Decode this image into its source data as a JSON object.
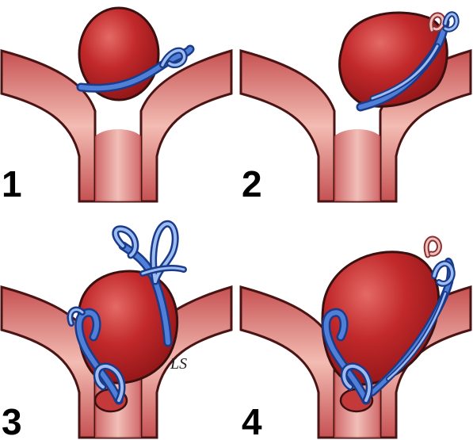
{
  "figure": {
    "description_id": "aneurysm-clip-panels",
    "panels": [
      {
        "number": "1"
      },
      {
        "number": "2"
      },
      {
        "number": "3"
      },
      {
        "number": "4"
      }
    ],
    "signature": "LS",
    "colors": {
      "aneurysm": "#b81e22",
      "aneurysm_highlight": "#e06060",
      "vessel": "#d96a6a",
      "vessel_light": "#f2b0a8",
      "clip": "#2a56b8",
      "clip_light": "#8fb4f0",
      "clip_pink": "#d88a8a",
      "outline": "#3a1010",
      "number": "#000000"
    }
  }
}
